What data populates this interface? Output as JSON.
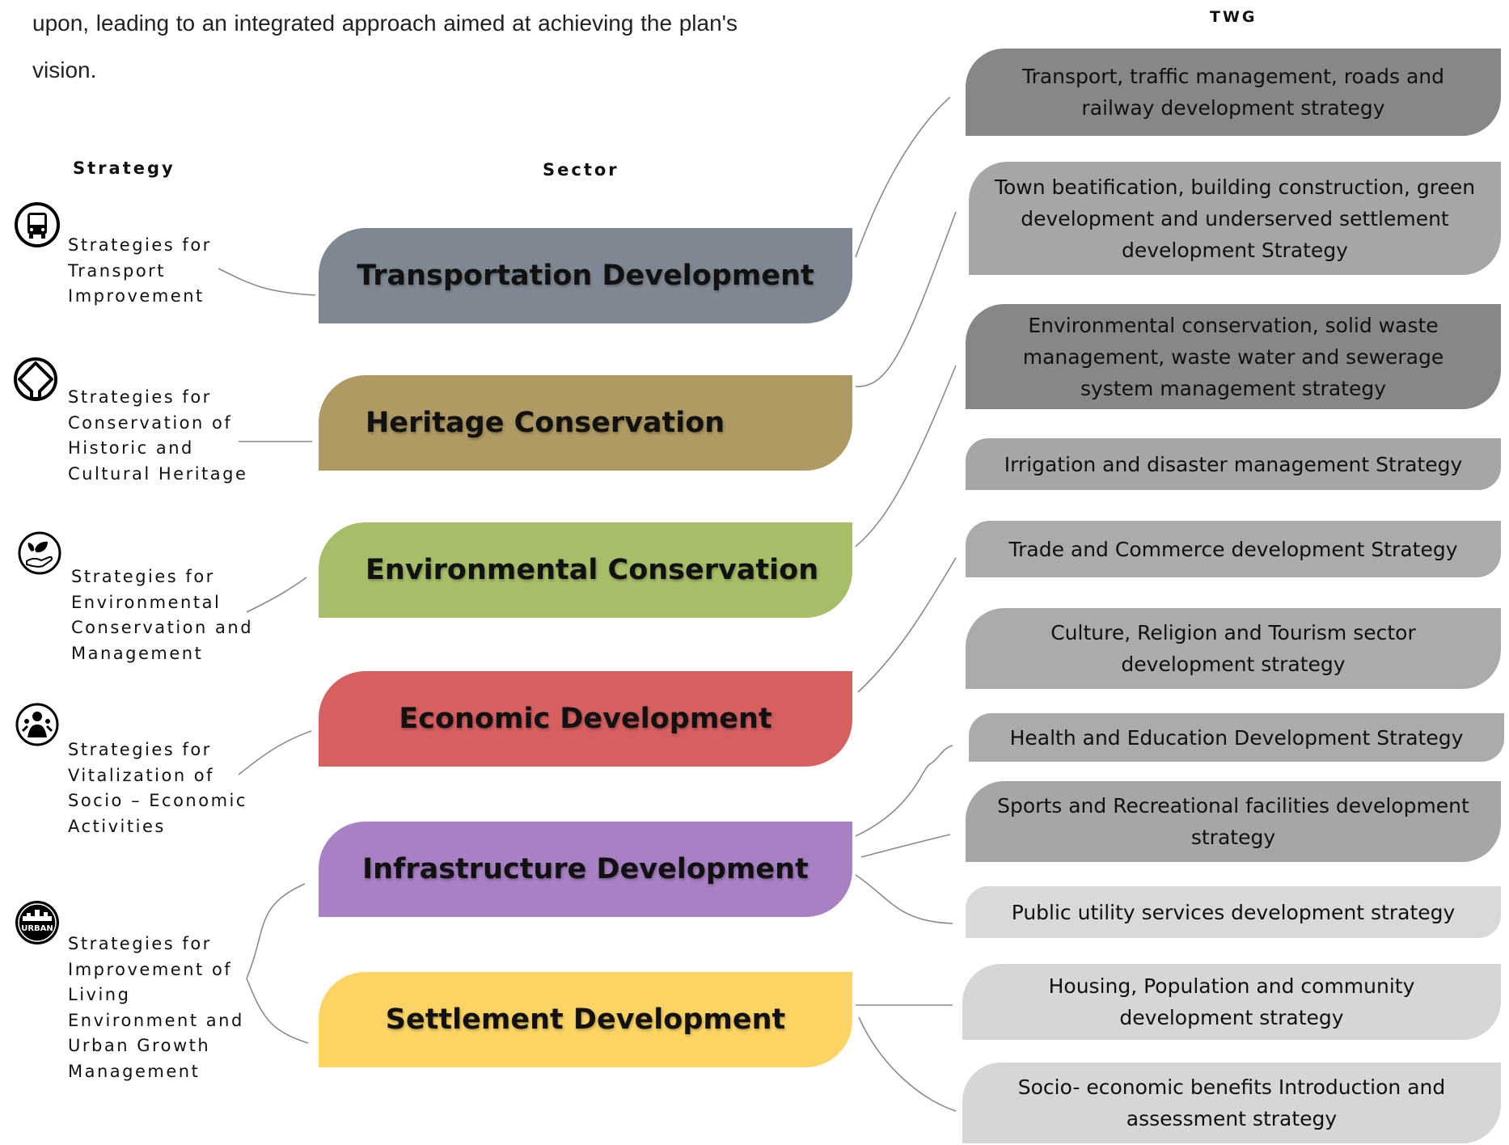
{
  "intro_text": "upon, leading to an integrated approach aimed at achieving the plan's vision.",
  "headers": {
    "strategy": "Strategy",
    "sector": "Sector",
    "twg": "TWG"
  },
  "strategies": [
    {
      "icon": "bus-icon",
      "lines": [
        "Strategies for",
        "Transport",
        "Improvement"
      ]
    },
    {
      "icon": "heritage-icon",
      "lines": [
        "Strategies for",
        "Conservation of",
        "Historic and",
        "Cultural Heritage"
      ]
    },
    {
      "icon": "leaf-hand-icon",
      "lines": [
        "Strategies for",
        "Environmental",
        "Conservation and",
        "Management"
      ]
    },
    {
      "icon": "community-icon",
      "lines": [
        "Strategies for",
        "Vitalization of",
        "Socio – Economic",
        "Activities"
      ]
    },
    {
      "icon": "urban-icon",
      "icon_text": "URBAN",
      "lines": [
        "Strategies for",
        "Improvement of",
        "Living",
        "Environment and",
        "Urban Growth",
        "Management"
      ]
    }
  ],
  "sectors": [
    {
      "label": "Transportation Development",
      "color": "#7f8892"
    },
    {
      "label": "Heritage Conservation",
      "color": "#ae9a62"
    },
    {
      "label": "Environmental Conservation",
      "color": "#a7be68"
    },
    {
      "label": "Economic Development",
      "color": "#d65f60"
    },
    {
      "label": "Infrastructure Development",
      "color": "#a880c4"
    },
    {
      "label": "Settlement Development",
      "color": "#fcd464"
    }
  ],
  "twgs": [
    {
      "label": "Transport, traffic management, roads and railway development strategy",
      "color": "#878787"
    },
    {
      "label": "Town beatification, building construction, green development and underserved settlement development Strategy",
      "color": "#a6a6a6"
    },
    {
      "label": "Environmental conservation, solid waste management, waste water and sewerage system management strategy",
      "color": "#878787"
    },
    {
      "label": "Irrigation and disaster management Strategy",
      "color": "#a6a6a6"
    },
    {
      "label": "Trade and Commerce development Strategy",
      "color": "#ababab"
    },
    {
      "label": "Culture, Religion and Tourism sector development strategy",
      "color": "#ababab"
    },
    {
      "label": "Health and Education Development Strategy",
      "color": "#ababab"
    },
    {
      "label": "Sports and Recreational facilities development strategy",
      "color": "#a6a6a6"
    },
    {
      "label": "Public utility services development strategy",
      "color": "#d9d9d9"
    },
    {
      "label": "Housing, Population and community development strategy",
      "color": "#d6d6d6"
    },
    {
      "label": "Socio- economic benefits Introduction and assessment strategy",
      "color": "#d6d6d6"
    }
  ]
}
